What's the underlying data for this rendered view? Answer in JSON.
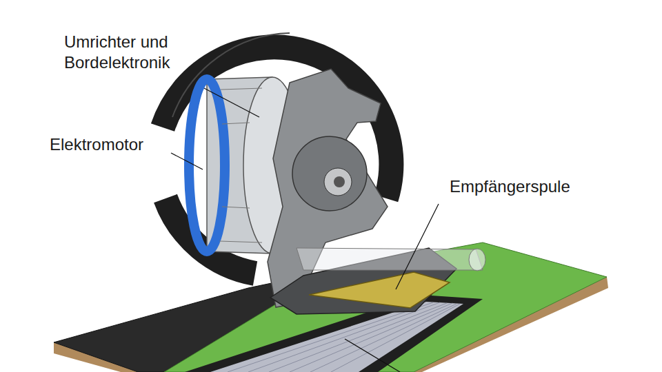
{
  "diagram": {
    "labels": [
      "Umrichter und Bordelektronik",
      "Elektromotor",
      "Empfängerspule"
    ]
  }
}
